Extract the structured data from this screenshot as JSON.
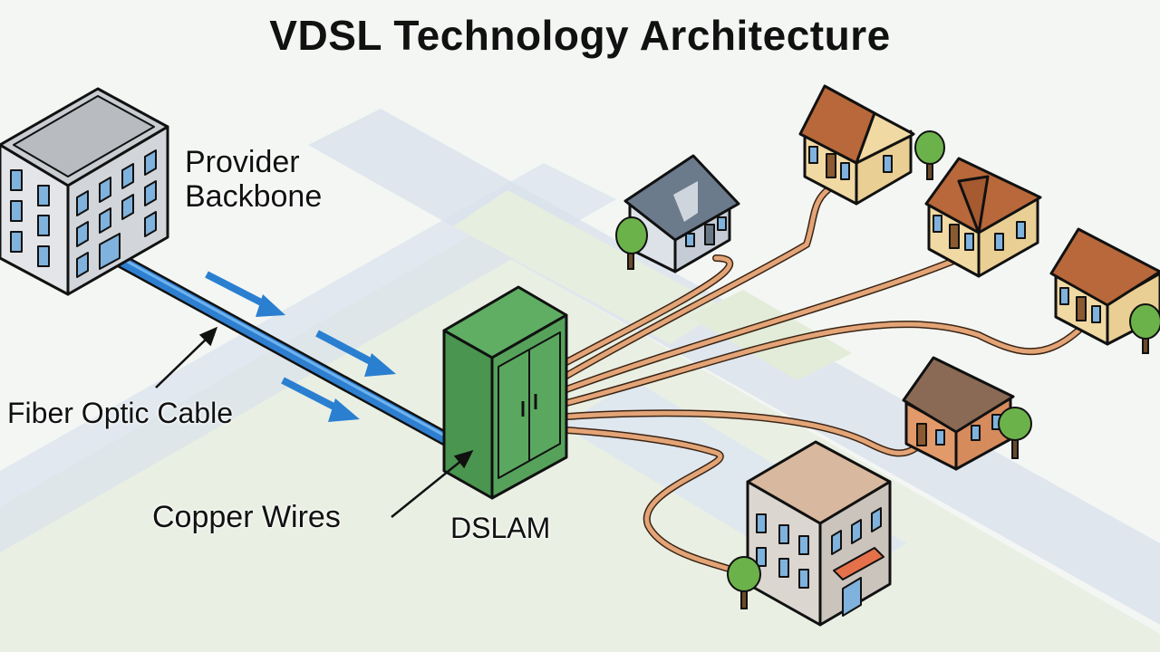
{
  "title": "VDSL Technology Architecture",
  "labels": {
    "provider_line1": "Provider",
    "provider_line2": "Backbone",
    "fiber": "Fiber Optic Cable",
    "copper": "Copper Wires",
    "dslam": "DSLAM"
  },
  "colors": {
    "fiber": "#2f7fd0",
    "copper": "#e3a477",
    "cabinet": "#4e9a52",
    "roof_brown": "#b8683a",
    "roof_gray": "#6b7b8c",
    "road": "#d6dfe9",
    "grass": "#e2ecd8"
  },
  "nodes": [
    {
      "name": "provider-backbone",
      "type": "office-building"
    },
    {
      "name": "dslam",
      "type": "street-cabinet"
    },
    {
      "name": "house-gray",
      "type": "house"
    },
    {
      "name": "house-top",
      "type": "house"
    },
    {
      "name": "house-gable",
      "type": "house"
    },
    {
      "name": "house-right",
      "type": "house"
    },
    {
      "name": "house-small",
      "type": "house"
    },
    {
      "name": "apartment",
      "type": "apartment-building"
    }
  ]
}
